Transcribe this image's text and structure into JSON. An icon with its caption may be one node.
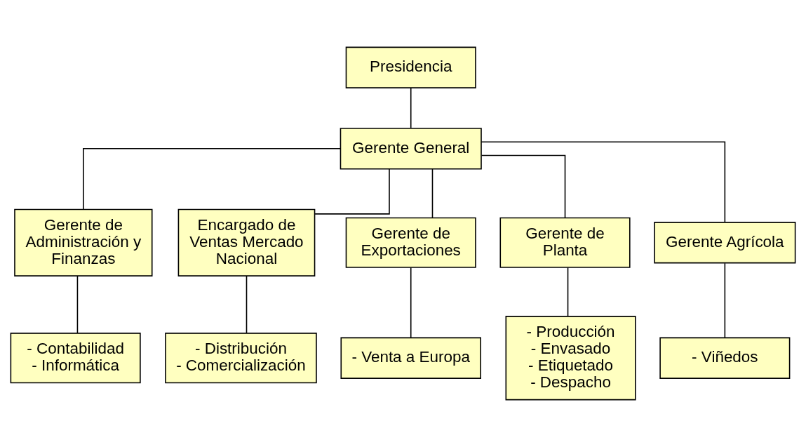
{
  "diagram": {
    "nodes": [
      {
        "text": [
          "Presidencia"
        ]
      },
      {
        "text": [
          "Gerente General"
        ]
      },
      {
        "text": [
          "Gerente de Administración y Finanzas"
        ]
      },
      {
        "text": [
          "Encargado de Ventas Mercado Nacional"
        ]
      },
      {
        "text": [
          "Gerente de Exportaciones"
        ]
      },
      {
        "text": [
          "Gerente de Planta"
        ]
      },
      {
        "text": [
          "Gerente Agrícola"
        ]
      },
      {
        "text": [
          "- Contabilidad",
          "- Informática"
        ]
      },
      {
        "text": [
          "- Distribución",
          "- Comercialización"
        ]
      },
      {
        "text": [
          "- Venta a Europa"
        ]
      },
      {
        "text": [
          "- Producción",
          "- Envasado",
          "- Etiquetado",
          "- Despacho"
        ]
      },
      {
        "text": [
          "- Viñedos"
        ]
      }
    ],
    "edges": [
      {
        "from": 0,
        "to": 1,
        "arrow": "none"
      },
      {
        "from": 1,
        "to": 2,
        "arrow": "none"
      },
      {
        "from": 1,
        "to": 3,
        "arrow": "none"
      },
      {
        "from": 1,
        "to": 4,
        "arrow": "none"
      },
      {
        "from": 1,
        "to": 5,
        "arrow": "none"
      },
      {
        "from": 1,
        "to": 6,
        "arrow": "none"
      },
      {
        "from": 2,
        "to": 7,
        "arrow": "none"
      },
      {
        "from": 3,
        "to": 8,
        "arrow": "none"
      },
      {
        "from": 4,
        "to": 9,
        "arrow": "none"
      },
      {
        "from": 5,
        "to": 10,
        "arrow": "none"
      },
      {
        "from": 6,
        "to": 11,
        "arrow": "none"
      }
    ]
  }
}
